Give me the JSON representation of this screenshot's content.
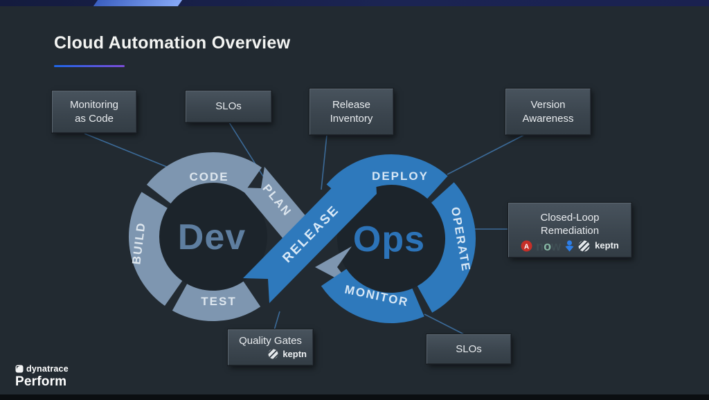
{
  "title": "Cloud Automation Overview",
  "loop": {
    "dev": {
      "center": "Dev",
      "segments": {
        "code": "CODE",
        "plan": "PLAN",
        "build": "BUILD",
        "test": "TEST"
      }
    },
    "ops": {
      "center": "Ops",
      "segments": {
        "deploy": "DEPLOY",
        "operate": "OPERATE",
        "monitor": "MONITOR"
      }
    },
    "release": "RELEASE"
  },
  "boxes": {
    "monitoring_as_code": {
      "line1": "Monitoring",
      "line2": "as Code"
    },
    "slos_top": {
      "label": "SLOs"
    },
    "release_inventory": {
      "line1": "Release",
      "line2": "Inventory"
    },
    "version_awareness": {
      "line1": "Version",
      "line2": "Awareness"
    },
    "closed_loop": {
      "line1": "Closed-Loop",
      "line2": "Remediation",
      "logos": {
        "ansible_letter": "A",
        "servicenow": {
          "n": "n",
          "o": "o",
          "w": "w"
        },
        "keptn_label": "keptn"
      }
    },
    "quality_gates": {
      "label": "Quality Gates",
      "keptn_label": "keptn"
    },
    "slos_bottom": {
      "label": "SLOs"
    }
  },
  "footer": {
    "brand": "dynatrace",
    "event": "Perform"
  },
  "colors": {
    "dev_ring": "#7E96B0",
    "ops_ring": "#2E79BC",
    "dev_text": "#5E7EA0",
    "ops_text": "#2C73B8",
    "connector": "#3E6F9F",
    "underline": "linear-gradient(90deg,#1E66E8,#7C4DD8)"
  }
}
